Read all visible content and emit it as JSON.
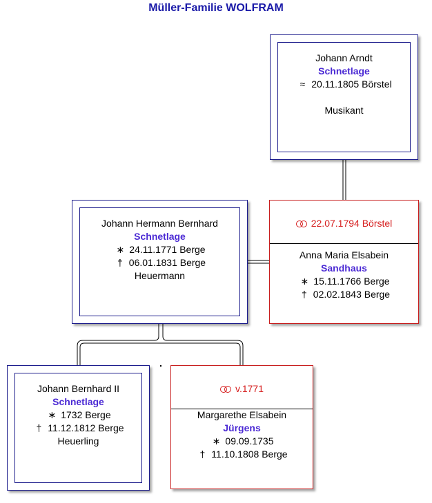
{
  "title": "Müller-Familie WOLFRAM",
  "persons": {
    "johann_arndt": {
      "given": "Johann Arndt",
      "surname": "Schnetlage",
      "lines": [
        {
          "sym": "≈",
          "text": "20.11.1805 Börstel"
        }
      ],
      "occupation": "Musikant"
    },
    "johann_hermann": {
      "given": "Johann Hermann Bernhard",
      "surname": "Schnetlage",
      "lines": [
        {
          "sym": "∗",
          "text": "24.11.1771 Berge"
        },
        {
          "sym": "†",
          "text": "06.01.1831 Berge"
        }
      ],
      "occupation": "Heuermann"
    },
    "anna_maria": {
      "marriage": "22.07.1794 Börstel",
      "given": "Anna Maria Elsabein",
      "surname": "Sandhaus",
      "lines": [
        {
          "sym": "∗",
          "text": "15.11.1766 Berge"
        },
        {
          "sym": "†",
          "text": "02.02.1843 Berge"
        }
      ]
    },
    "johann_bernhard_ii": {
      "given": "Johann Bernhard II",
      "surname": "Schnetlage",
      "lines": [
        {
          "sym": "∗",
          "text": "1732 Berge"
        },
        {
          "sym": "†",
          "text": "11.12.1812 Berge"
        }
      ],
      "occupation": "Heuerling"
    },
    "margarethe": {
      "marriage": "v.1771",
      "given": "Margarethe Elsabein",
      "surname": "Jürgens",
      "lines": [
        {
          "sym": "∗",
          "text": "09.09.1735"
        },
        {
          "sym": "†",
          "text": "11.10.1808 Berge"
        }
      ]
    }
  },
  "colors": {
    "title": "#1a1aa8",
    "surname": "#4b2ad4",
    "box_border": "#1c1c8c",
    "partner_border": "#c81e1e",
    "marriage_text": "#d61e1e"
  },
  "icons": {
    "marriage": "marriage-rings-icon",
    "baptism": "baptism-icon",
    "birth": "birth-star-icon",
    "death": "death-cross-icon"
  }
}
